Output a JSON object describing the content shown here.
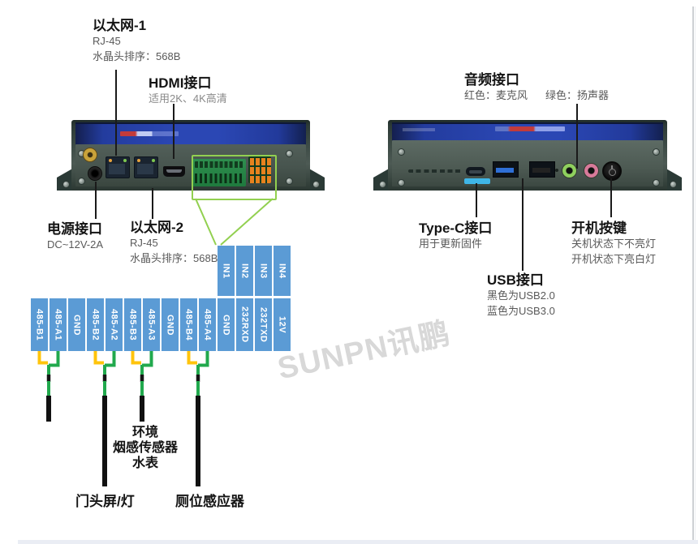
{
  "watermark": "SUNPN讯鹏",
  "labels": {
    "eth1": {
      "title": "以太网-1",
      "sub1": "RJ-45",
      "sub2": "水晶头排序：568B"
    },
    "hdmi": {
      "title": "HDMI接口",
      "sub1": "适用2K、4K高清"
    },
    "audio": {
      "title": "音频接口",
      "sub1": "红色：麦克风",
      "sub2": "绿色：扬声器"
    },
    "power": {
      "title": "电源接口",
      "sub1": "DC~12V-2A"
    },
    "eth2": {
      "title": "以太网-2",
      "sub1": "RJ-45",
      "sub2": "水晶头排序：568B"
    },
    "typec": {
      "title": "Type-C接口",
      "sub1": "用于更新固件"
    },
    "power_key": {
      "title": "开机按键",
      "sub1": "关机状态下不亮灯",
      "sub2": "开机状态下亮白灯"
    },
    "usb": {
      "title": "USB接口",
      "sub1": "黑色为USB2.0",
      "sub2": "蓝色为USB3.0"
    }
  },
  "pin_table": {
    "inputs": [
      "IN1",
      "IN2",
      "IN3",
      "IN4"
    ],
    "pins": [
      "485-B1",
      "485-A1",
      "GND",
      "485-B2",
      "485-A2",
      "485-B3",
      "485-A3",
      "GND",
      "485-B4",
      "485-A4",
      "GND",
      "232RXD",
      "232TXD",
      "12V"
    ]
  },
  "wire_labels": {
    "sensor_line1": "环境",
    "sensor_line2": "烟感传感器",
    "sensor_line3": "水表",
    "door_screen": "门头屏/灯",
    "toilet_sensor": "厕位感应器"
  },
  "colors": {
    "pin_cell_blue": "#5b9bd5",
    "wire_yellow": "#ffc40c",
    "wire_green": "#21a94d",
    "cable_black": "#111111",
    "outline_green": "#92d050",
    "device_panel_blue": "#2b47b4",
    "usb3_blue": "#2f6fd6",
    "audio_jack_green": "#8fd05e",
    "audio_jack_pink": "#d87a9a",
    "watermark_gray": "#d8d8d8"
  }
}
